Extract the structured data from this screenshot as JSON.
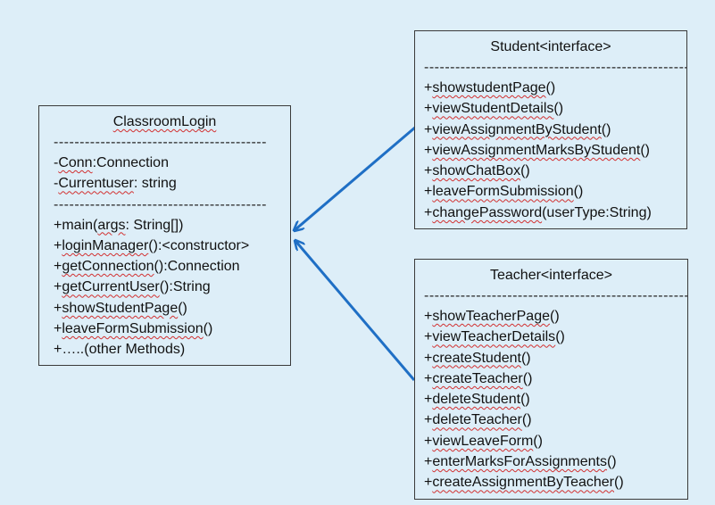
{
  "classroom_login": {
    "title": "ClassroomLogin",
    "separator": "-----------------------------------------",
    "attributes": [
      {
        "prefix": "-",
        "name": "Conn",
        "suffix": ":Connection"
      },
      {
        "prefix": "-",
        "name": "Currentuser",
        "suffix": ": string"
      }
    ],
    "methods": [
      {
        "prefix": "+main(",
        "name": "args",
        "suffix": ": String[])"
      },
      {
        "prefix": "+",
        "name": "loginManager",
        "suffix": "():<constructor>"
      },
      {
        "prefix": "+",
        "name": "getConnection",
        "suffix": "():Connection"
      },
      {
        "prefix": "+",
        "name": "getCurrentUser",
        "suffix": "():String"
      },
      {
        "prefix": "+",
        "name": "showStudentPage",
        "suffix": "()"
      },
      {
        "prefix": "+",
        "name": "leaveFormSubmission",
        "suffix": "()"
      },
      {
        "prefix": "+…..(other Methods)",
        "name": "",
        "suffix": ""
      }
    ]
  },
  "student": {
    "title": "Student<interface>",
    "separator": "-----------------------------------------------------",
    "methods": [
      {
        "prefix": "+",
        "name": "showstudentPage",
        "suffix": "()"
      },
      {
        "prefix": "+",
        "name": "viewStudentDetails",
        "suffix": "()"
      },
      {
        "prefix": "+",
        "name": "viewAssignmentByStudent",
        "suffix": "()"
      },
      {
        "prefix": "+",
        "name": "viewAssignmentMarksByStudent",
        "suffix": "()"
      },
      {
        "prefix": "+",
        "name": "showChatBox",
        "suffix": "()"
      },
      {
        "prefix": "+",
        "name": "leaveFormSubmission",
        "suffix": "()"
      },
      {
        "prefix": "+",
        "name": "changePassword",
        "suffix": "(userType:String)"
      }
    ]
  },
  "teacher": {
    "title": "Teacher<interface>",
    "separator": "-----------------------------------------------------",
    "methods": [
      {
        "prefix": "+",
        "name": "showTeacherPage",
        "suffix": "()"
      },
      {
        "prefix": "+",
        "name": "viewTeacherDetails",
        "suffix": "()"
      },
      {
        "prefix": "+",
        "name": "createStudent",
        "suffix": "()"
      },
      {
        "prefix": "+",
        "name": "createTeacher",
        "suffix": "()"
      },
      {
        "prefix": "+",
        "name": "deleteStudent",
        "suffix": "()"
      },
      {
        "prefix": "+",
        "name": "deleteTeacher",
        "suffix": "()"
      },
      {
        "prefix": "+",
        "name": "viewLeaveForm",
        "suffix": "()"
      },
      {
        "prefix": "+",
        "name": "enterMarksForAssignments",
        "suffix": "()"
      },
      {
        "prefix": "+",
        "name": "createAssignmentByTeacher",
        "suffix": "()"
      }
    ]
  },
  "colors": {
    "background": "#ddeef8",
    "arrow": "#1f6fc5",
    "border": "#3a3a3a",
    "spellcheck": "#d23030"
  }
}
